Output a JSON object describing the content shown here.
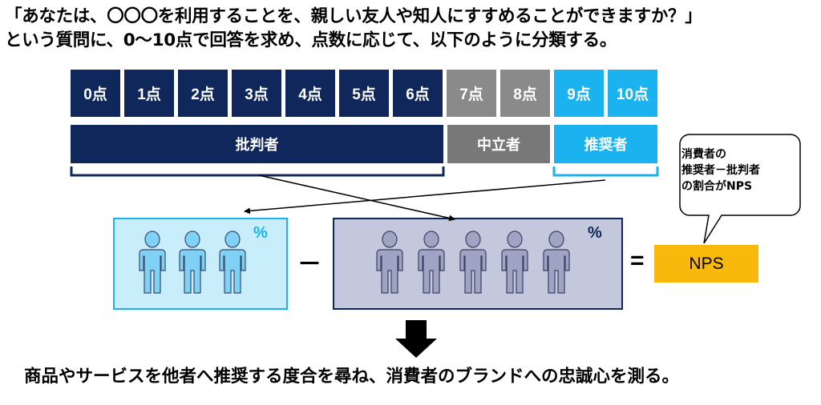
{
  "question": {
    "line1": "「あなたは、〇〇〇を利用することを、親しい友人や知人にすすめることができますか？」",
    "line2": "という質問に、0〜10点で回答を求め、点数に応じて、以下のように分類する。"
  },
  "scores": [
    "0点",
    "1点",
    "2点",
    "3点",
    "4点",
    "5点",
    "6点",
    "7点",
    "8点",
    "9点",
    "10点"
  ],
  "groups": {
    "detractor": "批判者",
    "passive": "中立者",
    "promoter": "推奨者"
  },
  "formula": {
    "promoter_pct": "%",
    "detractor_pct": "%",
    "minus": "－",
    "equals": "=",
    "result": "NPS"
  },
  "callout": {
    "line1": "消費者の",
    "line2": "推奨者－批判者",
    "line3": "の割合がNPS"
  },
  "conclusion": "商品やサービスを他者へ推奨する度合を尋ね、消費者のブランドへの忠誠心を測る。",
  "colors": {
    "detractor": "#10275b",
    "passive": "#8a8a8a",
    "promoter": "#1ab3f0",
    "nps": "#f8b80c",
    "promoter_figure": "#7fd2f5",
    "detractor_figure": "#9fa3c4"
  }
}
